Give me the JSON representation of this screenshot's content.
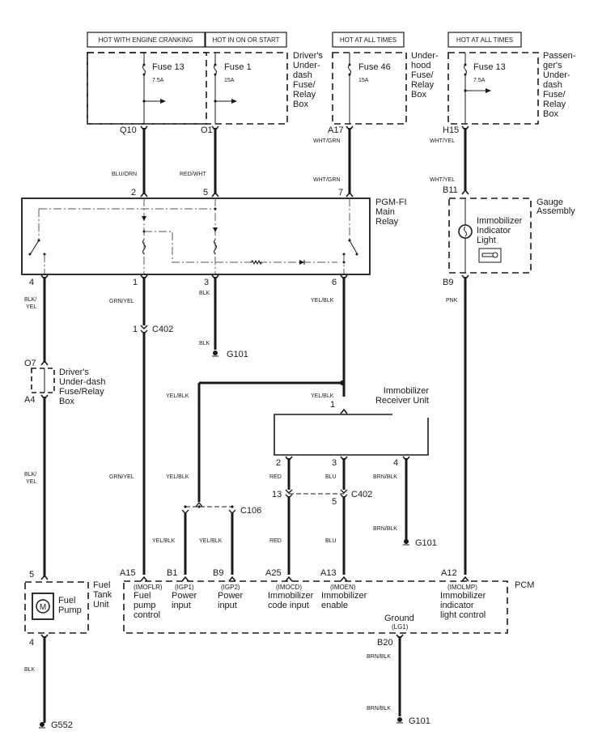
{
  "power_labels": {
    "cranking": "HOT WITH ENGINE CRANKING",
    "on_start": "HOT IN ON OR START",
    "all_times_1": "HOT AT ALL TIMES",
    "all_times_2": "HOT AT ALL TIMES"
  },
  "fuse_boxes": {
    "drivers": {
      "name_lines": [
        "Driver's",
        "Under-",
        "dash",
        "Fuse/",
        "Relay",
        "Box"
      ],
      "fuses": [
        {
          "name": "Fuse 13",
          "rating": "7.5A",
          "pin": "Q10"
        },
        {
          "name": "Fuse 1",
          "rating": "15A",
          "pin": "O1"
        }
      ]
    },
    "underhood": {
      "name_lines": [
        "Under-",
        "hood",
        "Fuse/",
        "Relay",
        "Box"
      ],
      "fuses": [
        {
          "name": "Fuse 46",
          "rating": "15A",
          "pin": "A17"
        }
      ]
    },
    "passengers": {
      "name_lines": [
        "Passen-",
        "ger's",
        "Under-",
        "dash",
        "Fuse/",
        "Relay",
        "Box"
      ],
      "fuses": [
        {
          "name": "Fuse 13",
          "rating": "7.5A",
          "pin": "H15"
        }
      ]
    }
  },
  "wires": {
    "q10": "BLU/ORN",
    "o1": "RED/WHT",
    "a17_top": "WHT/GRN",
    "a17_bottom": "WHT/GRN",
    "h15_top": "WHT/YEL",
    "h15_bottom": "WHT/YEL",
    "relay4": "BLK/\nYEL",
    "relay4_line1": "BLK/",
    "relay4_line2": "YEL",
    "relay1": "GRN/YEL",
    "relay3_top": "BLK",
    "relay3_bottom": "BLK",
    "relay6": "YEL/BLK",
    "b9_gauge": "PNK",
    "a4_line1": "BLK/",
    "a4_line2": "YEL",
    "c402_grn": "GRN/YEL",
    "splice_left": "YEL/BLK",
    "splice_left_lower": "YEL/BLK",
    "receiver1": "YEL/BLK",
    "c106_left": "YEL/BLK",
    "c106_right": "YEL/BLK",
    "rx2_top": "RED",
    "rx2_bottom": "RED",
    "rx3_top": "BLU",
    "rx3_bottom": "BLU",
    "rx4_top": "BRN/BLK",
    "rx4_bottom": "BRN/BLK",
    "pump_ground": "BLK",
    "pcm_ground_top": "BRN/BLK",
    "pcm_ground_bottom": "BRN/BLK"
  },
  "main_relay": {
    "name_lines": [
      "PGM-FI",
      "Main",
      "Relay"
    ],
    "pins_top": [
      "2",
      "5",
      "7"
    ],
    "pins_bottom": [
      "4",
      "1",
      "3",
      "6"
    ]
  },
  "gauge_assembly": {
    "name_lines": [
      "Gauge",
      "Assembly"
    ],
    "pin_top": "B11",
    "pin_bottom": "B9",
    "light_lines": [
      "Immobilizer",
      "Indicator",
      "Light"
    ]
  },
  "connectors": {
    "c402_top": {
      "id": "C402",
      "pin": "1"
    },
    "c402_bottom": {
      "id": "C402",
      "pins": [
        "13",
        "5"
      ]
    },
    "c106": {
      "id": "C106"
    }
  },
  "drivers_fuse_box_lower": {
    "name_lines": [
      "Driver's",
      "Under-dash",
      "Fuse/Relay",
      "Box"
    ],
    "pin_top": "O7",
    "pin_bottom": "A4"
  },
  "receiver_unit": {
    "name_lines": [
      "Immobilizer",
      "Receiver Unit"
    ],
    "pin_top": "1",
    "pins_bottom": [
      "2",
      "3",
      "4"
    ]
  },
  "fuel_tank_unit": {
    "name_lines": [
      "Fuel",
      "Tank",
      "Unit"
    ],
    "pump_lines": [
      "Fuel",
      "Pump"
    ],
    "motor_symbol": "M",
    "pin_top": "5",
    "pin_bottom": "4"
  },
  "pcm": {
    "name": "PCM",
    "terminals": [
      {
        "pin": "A15",
        "code": "(IMOFLR)",
        "lines": [
          "Fuel",
          "pump",
          "control"
        ]
      },
      {
        "pin": "B1",
        "code": "(IGP1)",
        "lines": [
          "Power",
          "input"
        ]
      },
      {
        "pin": "B9",
        "code": "(IGP2)",
        "lines": [
          "Power",
          "input"
        ]
      },
      {
        "pin": "A25",
        "code": "(IMOCD)",
        "lines": [
          "Immobilizer",
          "code input"
        ]
      },
      {
        "pin": "A13",
        "code": "(IMOEN)",
        "lines": [
          "Immobilizer",
          "enable"
        ]
      },
      {
        "pin": "A12",
        "code": "(IMOLMP)",
        "lines": [
          "Immobilizer",
          "indicator",
          "light control"
        ]
      }
    ],
    "ground": {
      "pin": "B20",
      "label": "Ground",
      "code": "(LG1)"
    }
  },
  "grounds": {
    "relay3": "G101",
    "receiver4": "G101",
    "pump": "G552",
    "pcm": "G101"
  }
}
